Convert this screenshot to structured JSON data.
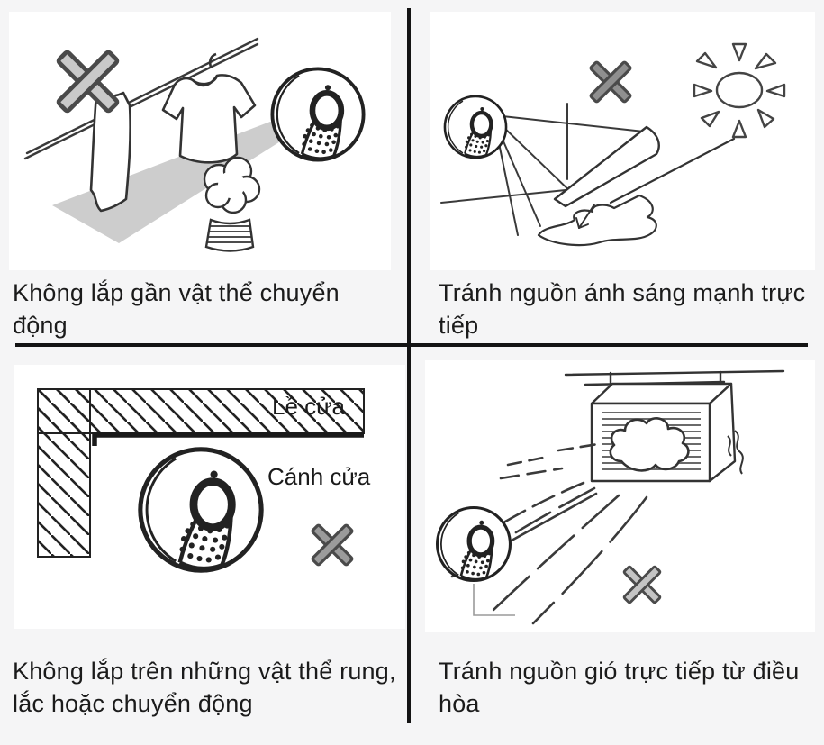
{
  "colors": {
    "background": "#f5f5f6",
    "panel": "#ffffff",
    "line_art": "#2f2f2f",
    "divider": "#141414",
    "text": "#1b1b1b",
    "x_mark_light": "#c9c9c9",
    "x_mark_mid": "#8f8f8f",
    "shadow_gray": "#cdcdcd"
  },
  "quadrants": [
    {
      "caption": "Không lắp gần vật thể chuyển động",
      "icons": [
        "x-mark-icon",
        "clothesline",
        "towel",
        "t-shirt",
        "potted-plant",
        "motion-sensor-icon"
      ]
    },
    {
      "caption": "Tránh nguồn ánh sáng mạnh trực tiếp",
      "icons": [
        "motion-sensor-icon",
        "x-mark-icon",
        "sun-icon",
        "light-beam",
        "puddle"
      ]
    },
    {
      "caption": "Không lắp trên những vật thể rung, lắc hoặc chuyển động",
      "labels": {
        "frame": "Lề cửa",
        "door": "Cánh cửa"
      },
      "icons": [
        "door-frame-hatching",
        "motion-sensor-icon",
        "x-mark-icon"
      ]
    },
    {
      "caption": "Tránh nguồn gió trực tiếp từ điều hòa",
      "icons": [
        "air-conditioner",
        "airflow-dashes",
        "motion-sensor-icon",
        "x-mark-icon"
      ]
    }
  ]
}
